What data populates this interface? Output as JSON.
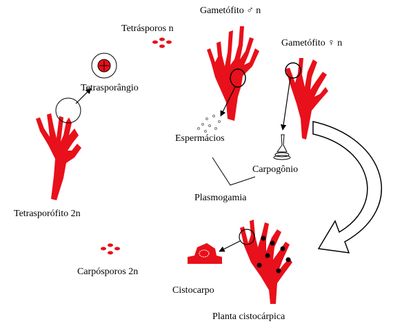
{
  "labels": {
    "gametofito_male": "Gametófito ♂ n",
    "tetrasporos": "Tetrásporos n",
    "gametofito_female": "Gametófito ♀ n",
    "tetrasporangio": "Tetrasporângio",
    "espermacios": "Espermácios",
    "carpogonio": "Carpogônio",
    "plasmogamia": "Plasmogamia",
    "tetrasporofito": "Tetrasporófito 2n",
    "carposporos": "Carpósporos 2n",
    "cistocarpo": "Cistocarpo",
    "planta_cistocarpica": "Planta cistocárpica"
  },
  "colors": {
    "alga_red": "#e8101a",
    "outline": "#000000",
    "dot_gray": "#777777"
  },
  "icons": {
    "tetrasporangium": "circled-cross-sphere-icon",
    "cistocarp": "cystocarp-icon",
    "carpogonium": "carpogonium-icon",
    "cycle_arrow": "curved-arrow-icon"
  }
}
